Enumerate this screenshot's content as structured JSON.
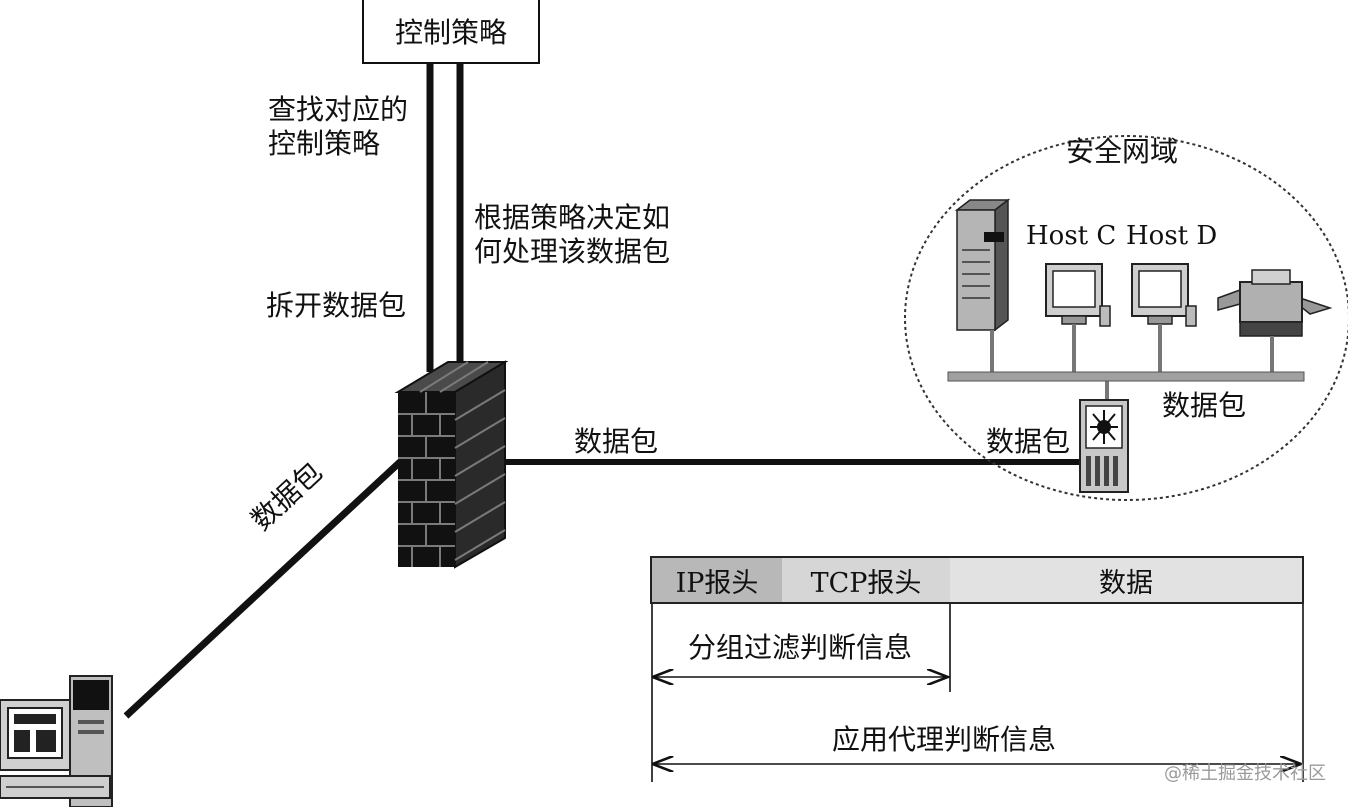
{
  "policy_box": "控制策略",
  "labels": {
    "lookup_policy": [
      "查找对应的",
      "控制策略"
    ],
    "decide_by_policy": [
      "根据策略决定如",
      "何处理该数据包"
    ],
    "unpack": "拆开数据包",
    "packet_mid": "数据包",
    "packet_diag": "数据包",
    "packet_zone_in": "数据包",
    "packet_zone_bus": "数据包"
  },
  "secure_zone": {
    "title": "安全网域",
    "host_c": "Host C",
    "host_d": "Host D"
  },
  "packet_format": {
    "fields": [
      {
        "label": "IP报头",
        "fill": "#b8b8b8"
      },
      {
        "label": "TCP报头",
        "fill": "#d6d6d6"
      },
      {
        "label": "数据",
        "fill": "#e2e2e2"
      }
    ],
    "filter_info": "分组过滤判断信息",
    "proxy_info": "应用代理判断信息"
  },
  "watermark": "@稀土掘金技术社区"
}
